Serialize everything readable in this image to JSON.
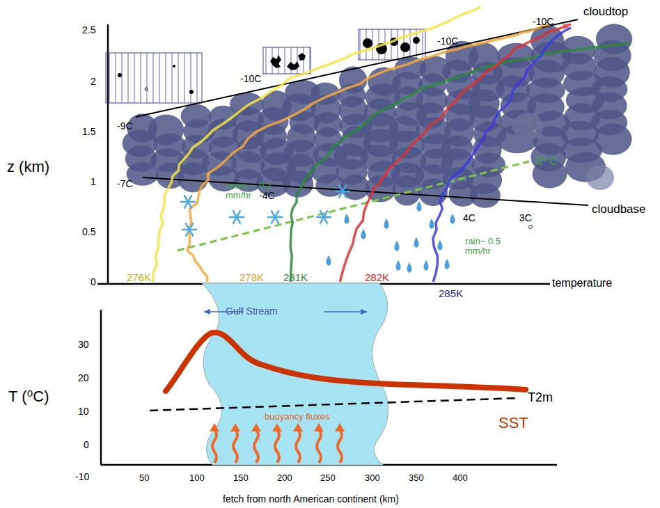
{
  "diagram": {
    "nodes": [
      {
        "text": [
          "Gulf Stream",
          "buoyancy fluxes"
        ]
      }
    ],
    "labels": [
      "cloudtop",
      "-10C",
      "-10C",
      "-10C",
      "-9C",
      "-7C",
      "-4C",
      "4C",
      "3C",
      "cloudbase",
      "0⁰ C",
      "snow, ~ 0.2 mm/hr",
      "rain~ 0.5 mm/hr",
      "276K",
      "278K",
      "281K",
      "282K",
      "285K",
      "temperature",
      "z (km)",
      "2.5",
      "2",
      "1.5",
      "1",
      "0.5",
      "0",
      "T (⁰C)",
      "30",
      "20",
      "10",
      "0",
      "-10",
      "SST",
      "T2m",
      "fetch from north American continent (km)",
      "50",
      "100",
      "150",
      "200",
      "250",
      "300",
      "350",
      "400"
    ]
  }
}
